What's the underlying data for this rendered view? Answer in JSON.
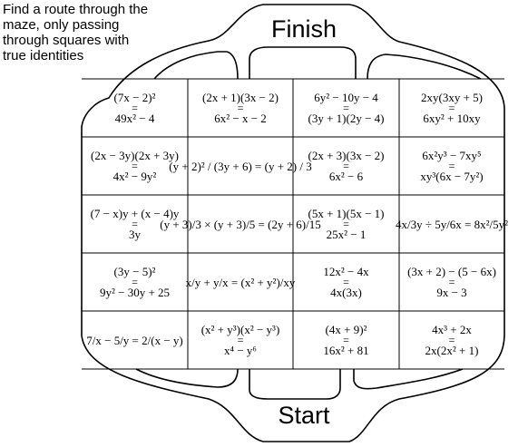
{
  "instructions": [
    "Find a route through the",
    "maze, only passing",
    "through squares with",
    "true identities"
  ],
  "finish_label": "Finish",
  "start_label": "Start",
  "rows": [
    [
      {
        "top": "(7x − 2)²",
        "bottom": "49x² − 4"
      },
      {
        "top": "(2x + 1)(3x − 2)",
        "bottom": "6x² − x − 2"
      },
      {
        "top": "6y² − 10y − 4",
        "bottom": "(3y + 1)(2y − 4)"
      },
      {
        "top": "2xy(3xy + 5)",
        "bottom": "6xy² + 10xy"
      }
    ],
    [
      {
        "top": "(2x − 3y)(2x + 3y)",
        "bottom": "4x² − 9y²"
      },
      {
        "top": "(y + 2)² / (3y + 6) = (y + 2) / 3",
        "bottom": ""
      },
      {
        "top": "(2x + 3)(3x − 2)",
        "bottom": "6x² − 6"
      },
      {
        "top": "6x²y³ − 7xy⁵",
        "bottom": "xy³(6x − 7y²)"
      }
    ],
    [
      {
        "top": "(7 − x)y + (x − 4)y",
        "bottom": "3y"
      },
      {
        "top": "(y + 3)/3 × (y + 3)/5 = (2y + 6)/15",
        "bottom": ""
      },
      {
        "top": "(5x + 1)(5x − 1)",
        "bottom": "25x² − 1"
      },
      {
        "top": "4x/3y ÷ 5y/6x = 8x²/5y²",
        "bottom": ""
      }
    ],
    [
      {
        "top": "(3y − 5)²",
        "bottom": "9y² − 30y + 25"
      },
      {
        "top": "x/y + y/x = (x² + y²)/xy",
        "bottom": ""
      },
      {
        "top": "12x² − 4x",
        "bottom": "4x(3x)"
      },
      {
        "top": "(3x + 2) − (5 − 6x)",
        "bottom": "9x − 3"
      }
    ],
    [
      {
        "top": "7/x − 5/y = 2/(x − y)",
        "bottom": ""
      },
      {
        "top": "(x² + y³)(x² − y³)",
        "bottom": "x⁴ − y⁶"
      },
      {
        "top": "(4x + 9)²",
        "bottom": "16x² + 81"
      },
      {
        "top": "4x³ + 2x",
        "bottom": "2x(2x² + 1)"
      }
    ]
  ],
  "equals": "="
}
